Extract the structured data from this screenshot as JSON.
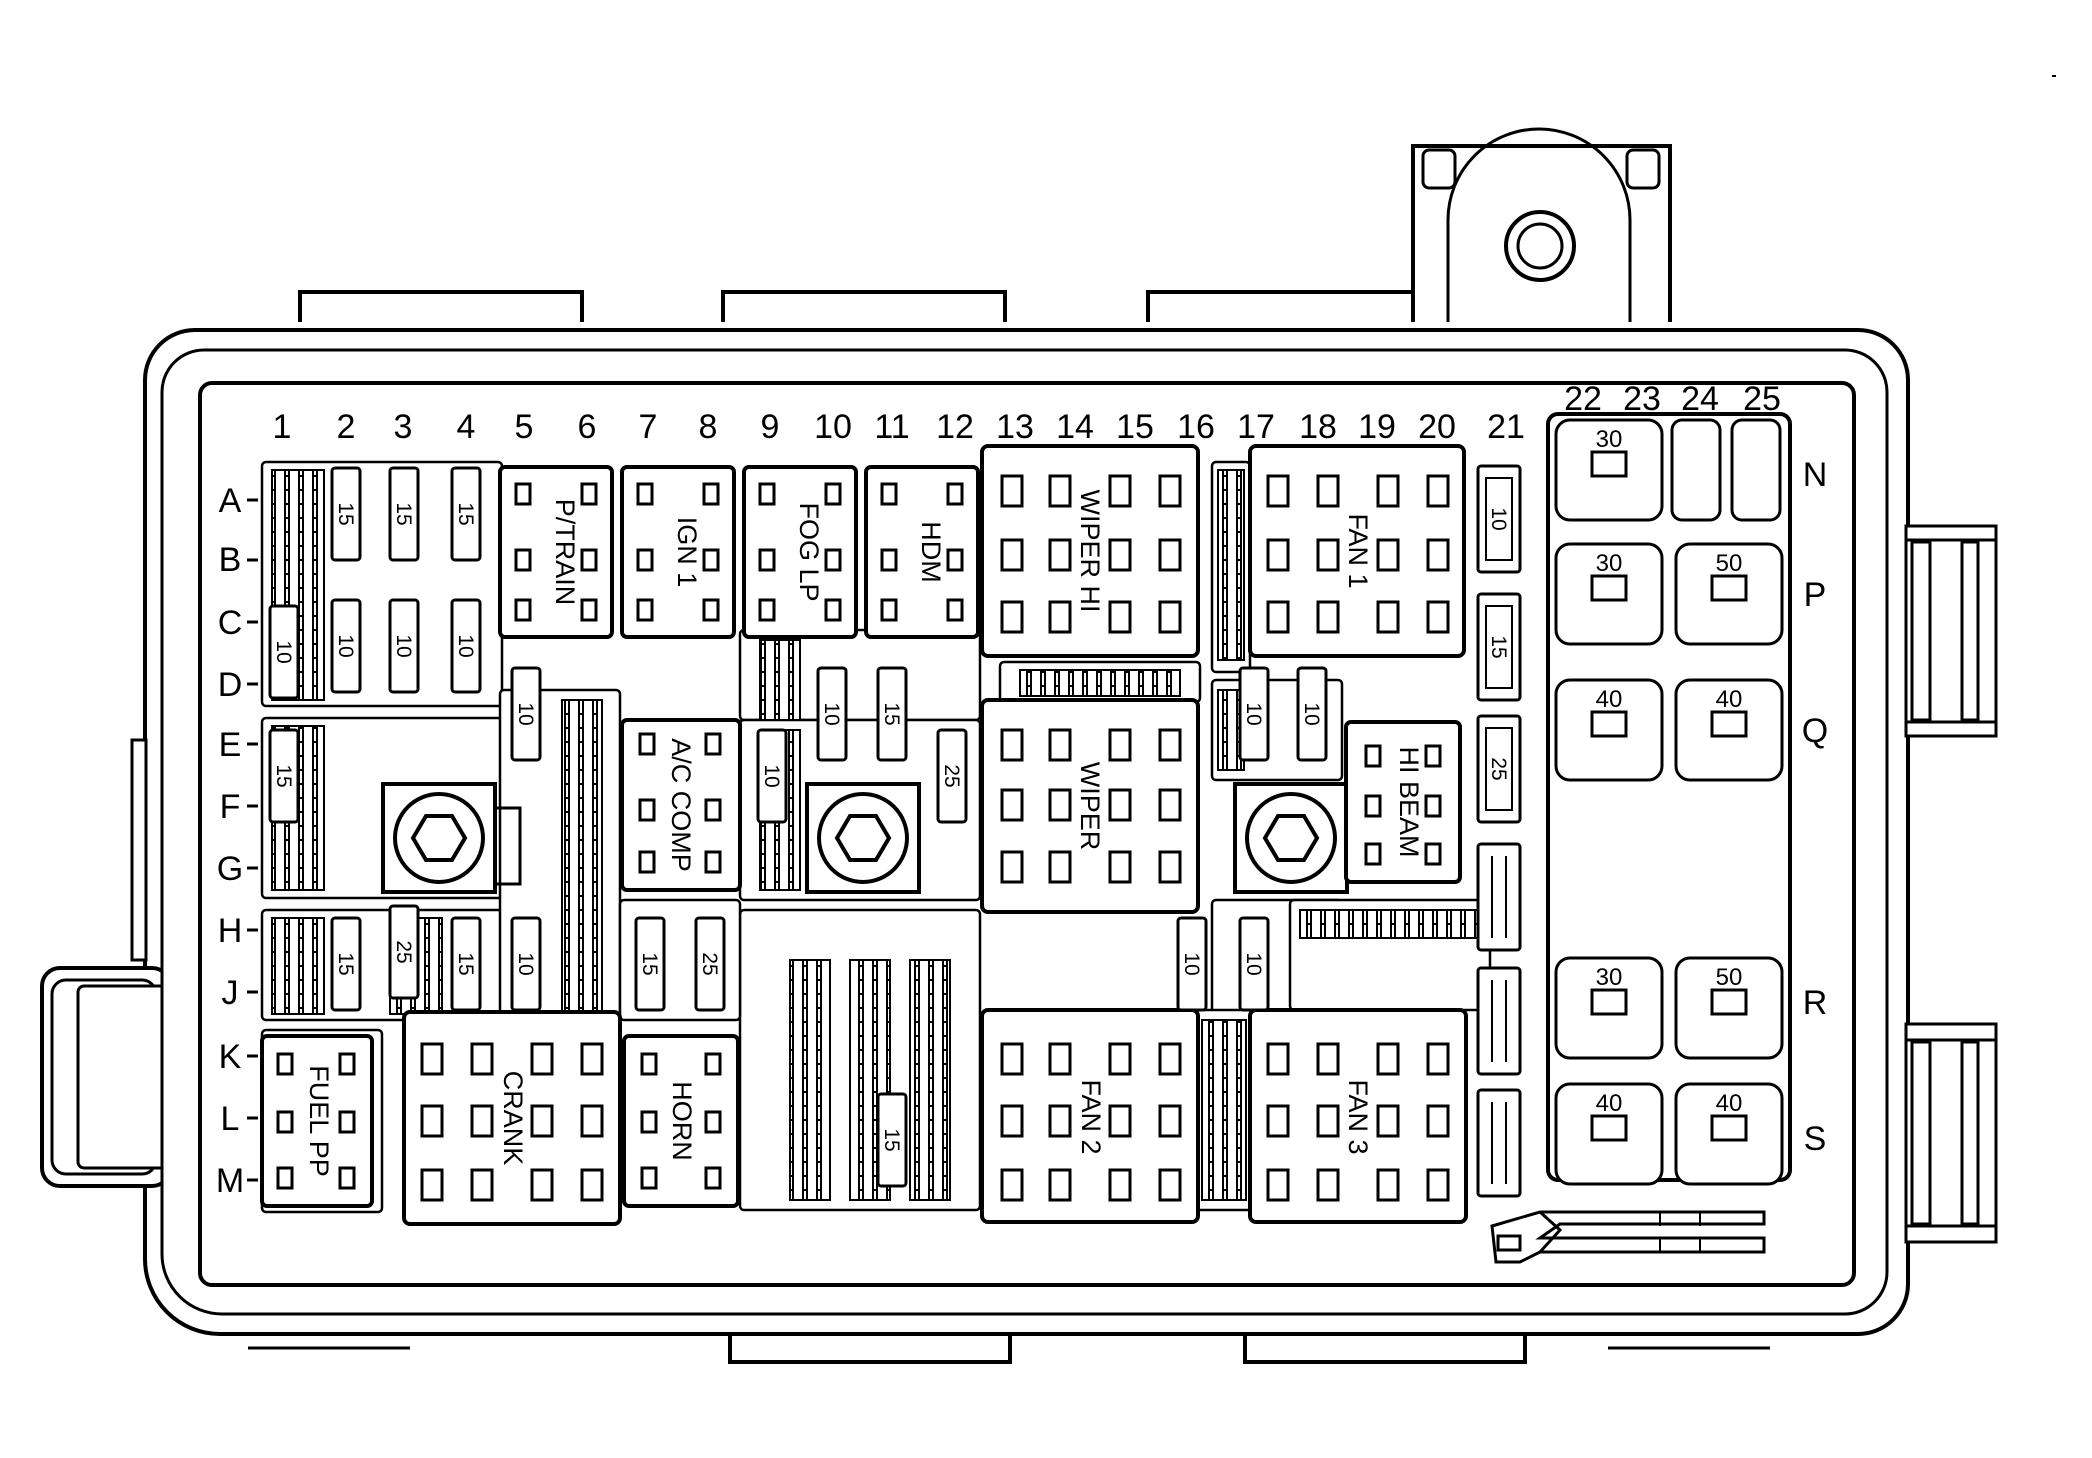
{
  "diagram": {
    "columns": [
      "1",
      "2",
      "3",
      "4",
      "5",
      "6",
      "7",
      "8",
      "9",
      "10",
      "11",
      "12",
      "13",
      "14",
      "15",
      "16",
      "17",
      "18",
      "19",
      "20",
      "21",
      "22",
      "23",
      "24",
      "25"
    ],
    "rows_left": [
      "A",
      "B",
      "C",
      "D",
      "E",
      "F",
      "G",
      "H",
      "J",
      "K",
      "L",
      "M"
    ],
    "rows_right": [
      "N",
      "P",
      "Q",
      "R",
      "S"
    ],
    "relays": {
      "ptrain": "P/TRAIN",
      "ign1": "IGN 1",
      "foglp": "FOG LP",
      "hdm": "HDM",
      "wiperhi": "WIPER HI",
      "fan1": "FAN 1",
      "accomp": "A/C COMP",
      "wiper": "WIPER",
      "hibeam": "HI BEAM",
      "fuelpp": "FUEL PP",
      "crank": "CRANK",
      "horn": "HORN",
      "fan2": "FAN 2",
      "fan3": "FAN 3"
    },
    "mini_fuses": {
      "f2ab": "15",
      "f3ab": "15",
      "f4ab": "15",
      "f1cd": "10",
      "f2cd": "10",
      "f3cd": "10",
      "f4cd": "10",
      "f5de": "10",
      "f10de": "10",
      "f11de": "15",
      "f17de": "10",
      "f18de": "10",
      "f1ef": "15",
      "f9ef": "10",
      "f12ef": "25",
      "f2hj": "15",
      "f3hj": "25",
      "f4hj": "15",
      "f5hj": "10",
      "f7hj": "15",
      "f8hj": "25",
      "f16hj": "10",
      "f17hj": "10",
      "f11lm": "15"
    },
    "col21_fuses": {
      "a": "10",
      "b": "15",
      "c": "25"
    },
    "maxi_fuses": {
      "n22": "30",
      "p22": "30",
      "p23": "50",
      "q22": "40",
      "q23": "40",
      "r22": "30",
      "r23": "50",
      "s22": "40",
      "s23": "40"
    }
  }
}
